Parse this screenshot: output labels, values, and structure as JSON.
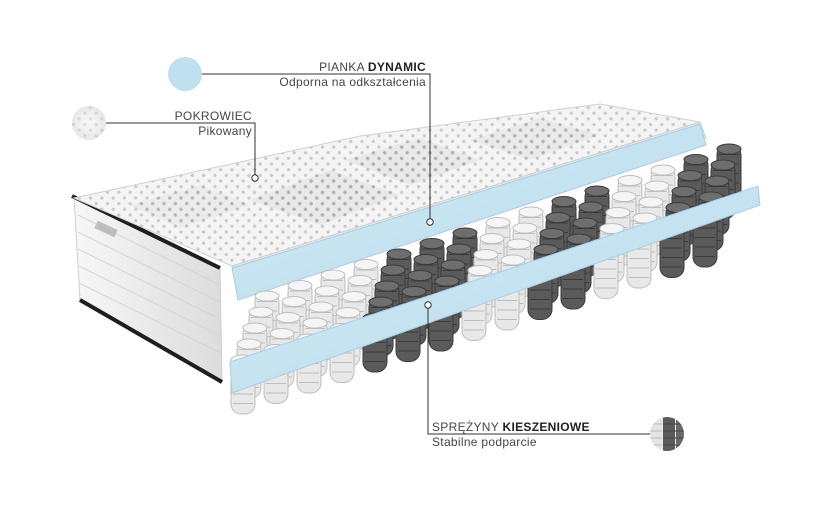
{
  "colors": {
    "foam": "#bfe0ee",
    "cover": "#f2f2f2",
    "spring_light": "#e8e8e8",
    "spring_dark": "#5a5a5a",
    "edge": "#1e1e1e"
  },
  "labels": {
    "foam": {
      "title_plain": "PIANKA ",
      "title_bold": "DYNAMIC",
      "subtitle": "Odporna na odkształcenia"
    },
    "cover": {
      "title_plain": "POKROWIEC",
      "subtitle": "Pikowany"
    },
    "springs": {
      "title_plain": "SPRĘŻYNY ",
      "title_bold": "KIESZENIOWE",
      "subtitle": "Stabilne podparcie"
    }
  }
}
